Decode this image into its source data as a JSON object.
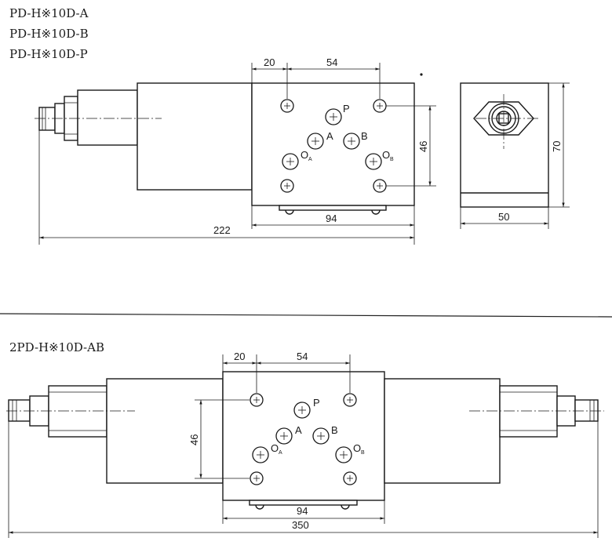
{
  "titles": {
    "model_a": "PD-H※10D-A",
    "model_b": "PD-H※10D-B",
    "model_p": "PD-H※10D-P",
    "model_ab": "2PD-H※10D-AB"
  },
  "top_view": {
    "dim_20": "20",
    "dim_54": "54",
    "dim_46": "46",
    "dim_94": "94",
    "dim_222": "222",
    "port_p": "P",
    "port_a": "A",
    "port_b": "B",
    "port_oa": "O",
    "port_oa_sub": "A",
    "port_ob": "O",
    "port_ob_sub": "B"
  },
  "side_view": {
    "dim_70": "70",
    "dim_50": "50"
  },
  "bottom_view": {
    "dim_20": "20",
    "dim_54": "54",
    "dim_46": "46",
    "dim_94": "94",
    "dim_350": "350",
    "port_p": "P",
    "port_a": "A",
    "port_b": "B",
    "port_oa": "O",
    "port_oa_sub": "A",
    "port_ob": "O",
    "port_ob_sub": "B"
  }
}
